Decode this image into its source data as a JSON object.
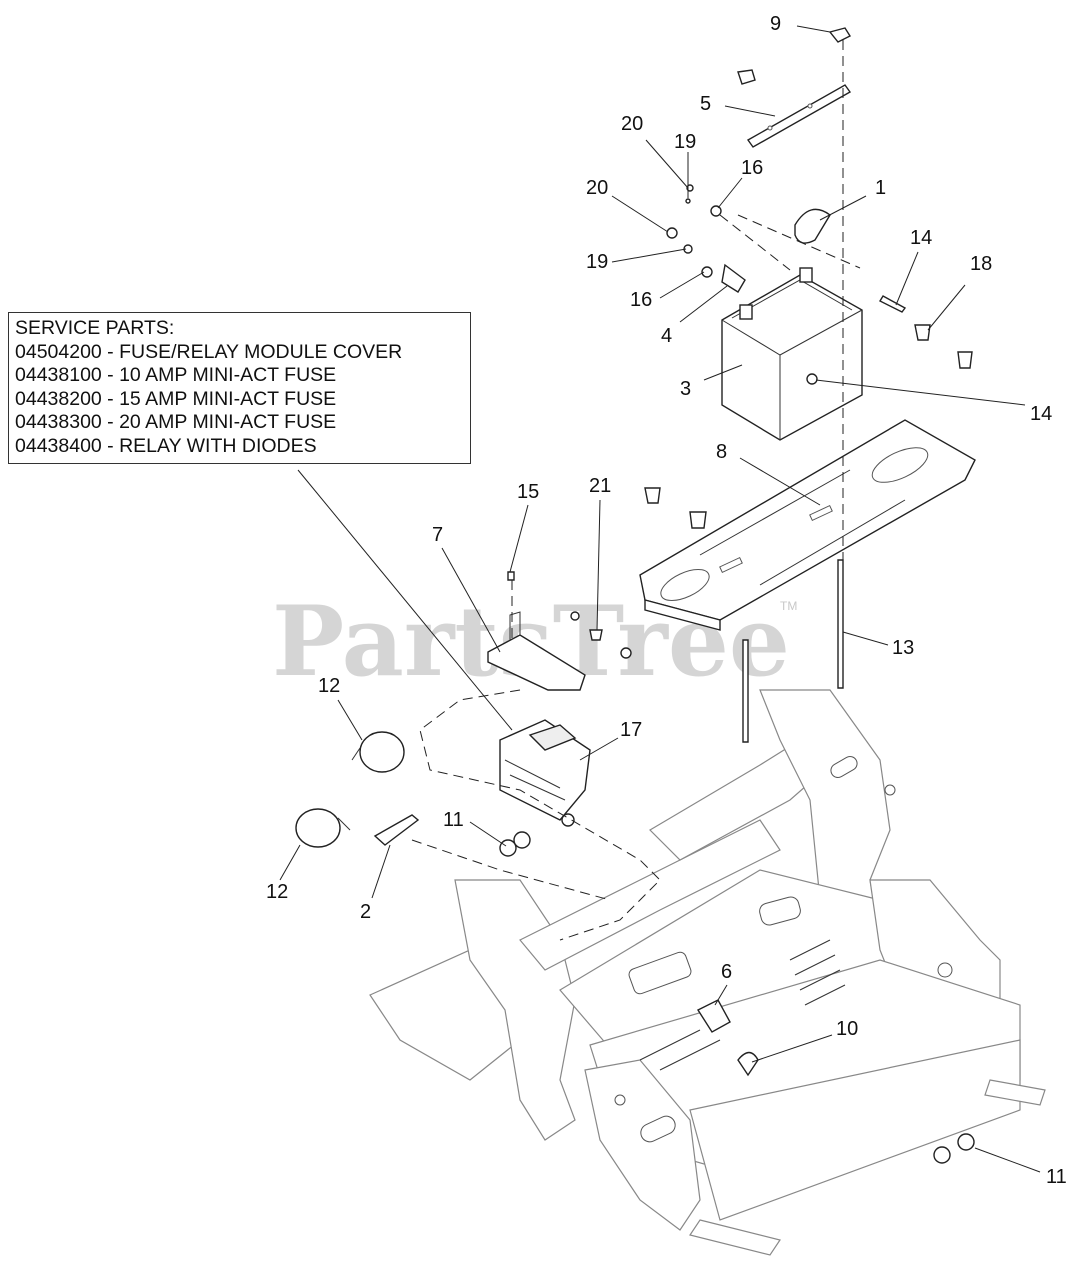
{
  "watermark": {
    "text": "PartsTree",
    "trademark": "TM"
  },
  "service_parts": {
    "heading": "SERVICE PARTS:",
    "items": [
      "04504200 - FUSE/RELAY MODULE COVER",
      "04438100 - 10 AMP MINI-ACT FUSE",
      "04438200 - 15 AMP MINI-ACT FUSE",
      "04438300 - 20 AMP MINI-ACT FUSE",
      "04438400 - RELAY WITH DIODES"
    ]
  },
  "callouts": {
    "c1": "1",
    "c2": "2",
    "c3": "3",
    "c4": "4",
    "c5": "5",
    "c6": "6",
    "c7": "7",
    "c8": "8",
    "c9": "9",
    "c10": "10",
    "c11a": "11",
    "c11b": "11",
    "c12a": "12",
    "c12b": "12",
    "c13": "13",
    "c14a": "14",
    "c14b": "14",
    "c15": "15",
    "c16a": "16",
    "c16b": "16",
    "c17": "17",
    "c18": "18",
    "c19a": "19",
    "c19b": "19",
    "c20a": "20",
    "c20b": "20",
    "c21": "21"
  },
  "colors": {
    "line": "#222222",
    "frame": "#888888",
    "watermark": "#c8c8c8"
  }
}
